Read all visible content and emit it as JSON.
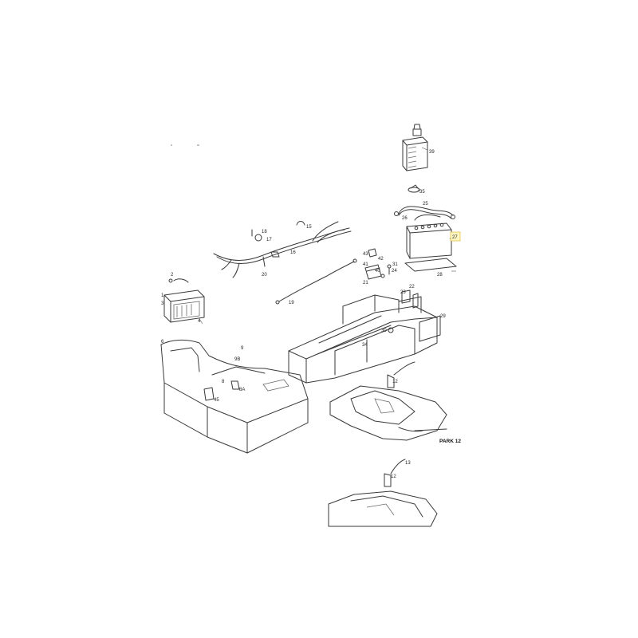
{
  "sheet_label": "PARK 12",
  "highlight": {
    "callout": "27",
    "fill": "#fff7c2",
    "border": "#e3c24a"
  },
  "callouts": [
    {
      "id": "c39",
      "label": "39"
    },
    {
      "id": "c35",
      "label": "35"
    },
    {
      "id": "c25",
      "label": "25"
    },
    {
      "id": "c26",
      "label": "26"
    },
    {
      "id": "c27",
      "label": "27"
    },
    {
      "id": "c28",
      "label": "28"
    },
    {
      "id": "c15",
      "label": "15"
    },
    {
      "id": "c18",
      "label": "18"
    },
    {
      "id": "c17",
      "label": "17"
    },
    {
      "id": "c16",
      "label": "16"
    },
    {
      "id": "c20",
      "label": "20"
    },
    {
      "id": "c43",
      "label": "43"
    },
    {
      "id": "c42",
      "label": "42"
    },
    {
      "id": "c41",
      "label": "41"
    },
    {
      "id": "c40",
      "label": "40"
    },
    {
      "id": "c31",
      "label": "31"
    },
    {
      "id": "c24",
      "label": "24"
    },
    {
      "id": "c21",
      "label": "21"
    },
    {
      "id": "c19",
      "label": "19"
    },
    {
      "id": "c22",
      "label": "22"
    },
    {
      "id": "c23",
      "label": "23"
    },
    {
      "id": "c29",
      "label": "29"
    },
    {
      "id": "c30",
      "label": "30"
    },
    {
      "id": "c34",
      "label": "34"
    },
    {
      "id": "c2",
      "label": "2"
    },
    {
      "id": "c3",
      "label": "3"
    },
    {
      "id": "c1",
      "label": "1"
    },
    {
      "id": "c4",
      "label": "4"
    },
    {
      "id": "c6",
      "label": "6"
    },
    {
      "id": "c9",
      "label": "9"
    },
    {
      "id": "c9b",
      "label": "9B"
    },
    {
      "id": "c8",
      "label": "8"
    },
    {
      "id": "c8a",
      "label": "8A"
    },
    {
      "id": "c45",
      "label": "45"
    },
    {
      "id": "c12a",
      "label": "12"
    },
    {
      "id": "c13",
      "label": "13"
    },
    {
      "id": "c12b",
      "label": "12"
    }
  ]
}
